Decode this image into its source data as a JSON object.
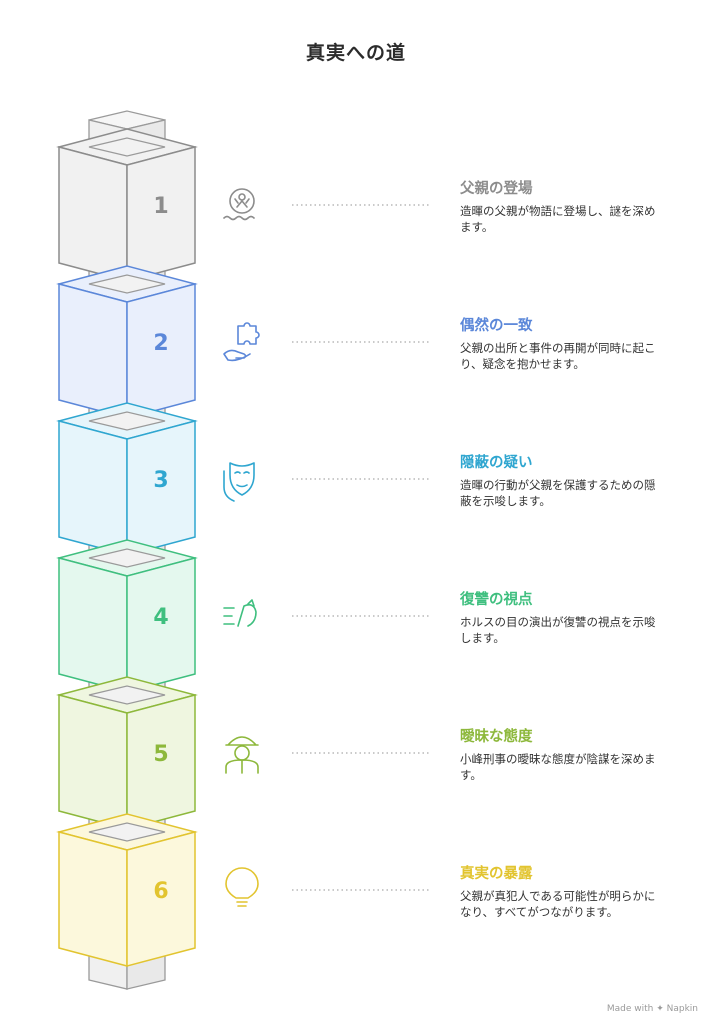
{
  "title": "真実への道",
  "steps": [
    {
      "number": "1",
      "title": "父親の登場",
      "desc": "造暉の父親が物語に登場し、謎を深めます。",
      "color": "#8c8c8c",
      "fill": "#f1f1f1",
      "icon": "person-in-water-icon"
    },
    {
      "number": "2",
      "title": "偶然の一致",
      "desc": "父親の出所と事件の再開が同時に起こり、疑念を抱かせます。",
      "color": "#5b87d9",
      "fill": "#e9effc",
      "icon": "hand-puzzle-icon"
    },
    {
      "number": "3",
      "title": "隠蔽の疑い",
      "desc": "造暉の行動が父親を保護するための隠蔽を示唆します。",
      "color": "#2fa6d0",
      "fill": "#e6f5fb",
      "icon": "mask-icon"
    },
    {
      "number": "4",
      "title": "復讐の視点",
      "desc": "ホルスの目の演出が復讐の視点を示唆します。",
      "color": "#3fbf7f",
      "fill": "#e4f8ee",
      "icon": "eye-of-horus-icon"
    },
    {
      "number": "5",
      "title": "曖昧な態度",
      "desc": "小峰刑事の曖昧な態度が陰謀を深めます。",
      "color": "#8db83b",
      "fill": "#eff6e0",
      "icon": "detective-icon"
    },
    {
      "number": "6",
      "title": "真実の暴露",
      "desc": "父親が真犯人である可能性が明らかになり、すべてがつながります。",
      "color": "#e2c42f",
      "fill": "#fcf8dc",
      "icon": "lightbulb-icon"
    }
  ],
  "footer": "Made with ✦ Napkin"
}
